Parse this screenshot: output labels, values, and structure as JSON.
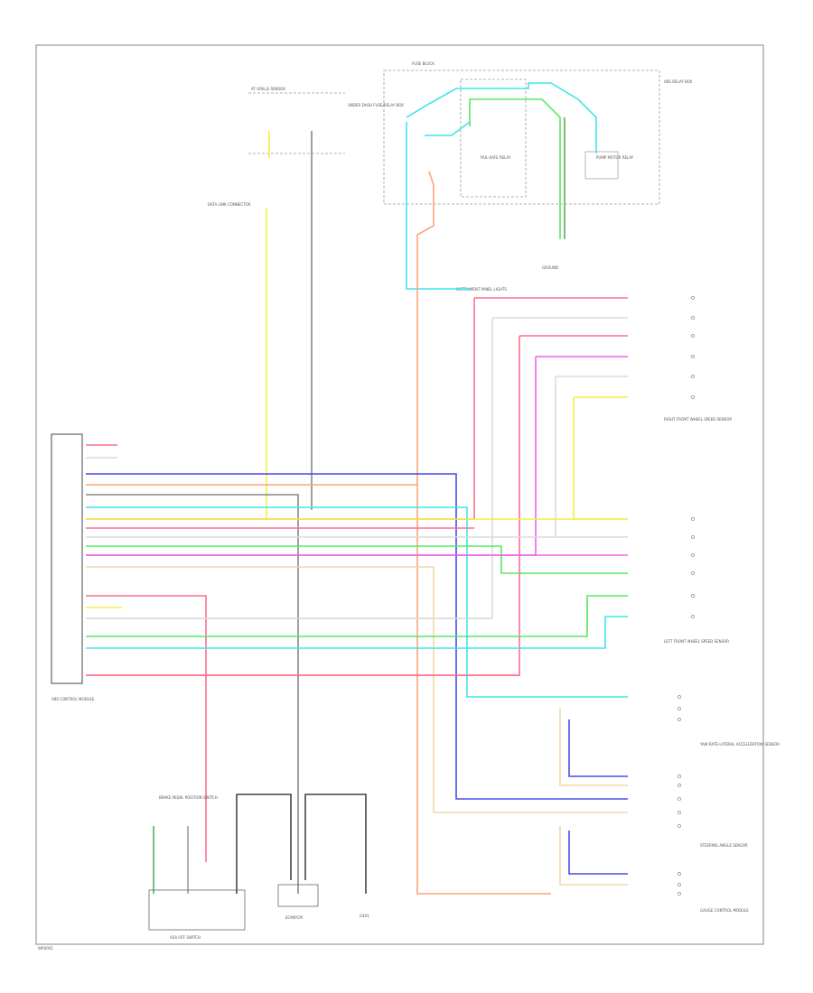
{
  "page": {
    "code": "WR0001"
  },
  "ecm_box": {
    "title": "ABS CONTROL MODULE"
  },
  "colors": {
    "red": "#ff6f8c",
    "yellow": "#f4ef43",
    "blue": "#4a4aea",
    "orange": "#f7a67a",
    "gray": "#777777",
    "cyan": "#3fe5ec",
    "green": "#58e864",
    "pink": "#ef61ea",
    "light": "#dcdcdc",
    "tan": "#eed9a8",
    "darkgreen": "#55b155"
  },
  "labels": {
    "top_component_title": "AT GRILLE SENSOR",
    "fuse_box": "FUSE BLOCK",
    "under_dash": "UNDER DASH FUSE/RELAY BOX",
    "relay_box": "ABS RELAY BOX",
    "fan_motor_relay": "FAIL-SAFE RELAY",
    "pump_motor_relay": "PUMP MOTOR RELAY",
    "ground_note": "GROUND",
    "data_link": "DATA LINK CONNECTOR",
    "front_right_sensor": "RIGHT FRONT WHEEL SPEED SENSOR",
    "front_left_sensor": "LEFT FRONT WHEEL SPEED SENSOR",
    "yaw_rate_sensor": "YAW RATE-LATERAL ACCELERATION SENSOR",
    "steering_sensor": "STEERING ANGLE SENSOR",
    "vsa_switch": "VSA OFF SWITCH",
    "brake_switch": "BRAKE PEDAL POSITION SWITCH",
    "combination_meter": "GAUGE CONTROL MODULE",
    "ground_point": "G401",
    "ecm_note": "ECM/PCM",
    "instrument_note": "INSTRUMENT PANEL LIGHTS"
  }
}
